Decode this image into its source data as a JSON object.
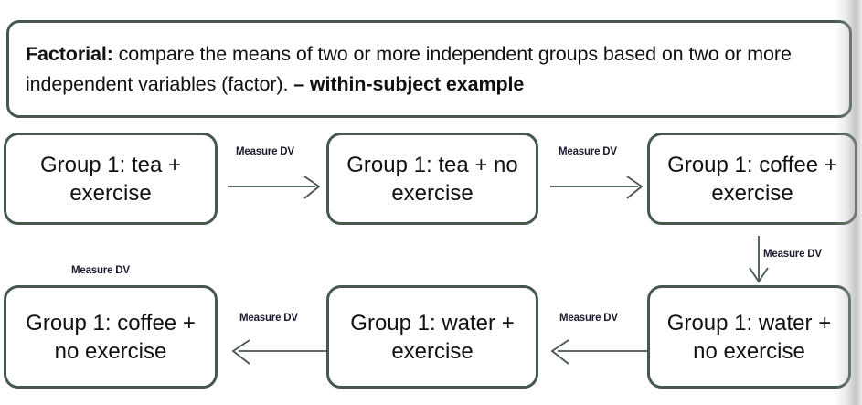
{
  "slide": {
    "header": {
      "lead": "Factorial:",
      "body": " compare the means of two or more independent groups based on two or more independent variables (factor). ",
      "tail": "– within-subject example"
    },
    "boxes": [
      {
        "id": "r1c1",
        "label": "Group 1: tea + exercise"
      },
      {
        "id": "r1c2",
        "label": "Group 1: tea + no exercise"
      },
      {
        "id": "r1c3",
        "label": "Group 1: coffee + exercise"
      },
      {
        "id": "r2c3",
        "label": "Group 1: water + no exercise"
      },
      {
        "id": "r2c2",
        "label": "Group 1: water + exercise"
      },
      {
        "id": "r2c1",
        "label": "Group 1: coffee + no exercise"
      }
    ],
    "connectors": [
      {
        "id": "a",
        "label": "Measure DV",
        "direction": "right"
      },
      {
        "id": "b",
        "label": "Measure DV",
        "direction": "right"
      },
      {
        "id": "c",
        "label": "Measure DV",
        "direction": "down"
      },
      {
        "id": "d",
        "label": "Measure DV",
        "direction": "left"
      },
      {
        "id": "e",
        "label": "Measure DV",
        "direction": "left"
      },
      {
        "id": "f",
        "label": "Measure DV",
        "direction": "none"
      }
    ],
    "colors": {
      "box_border": "#45584b",
      "arrow": "#45584b",
      "text": "#111111",
      "background": "#ffffff"
    }
  }
}
